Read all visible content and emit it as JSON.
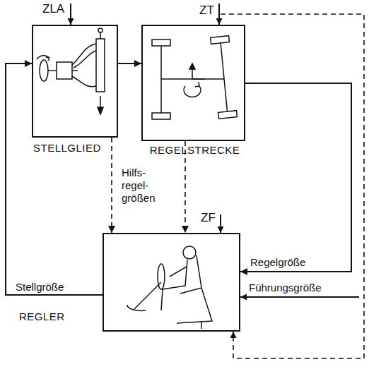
{
  "diagram": {
    "nodes": [
      {
        "text": [
          "STELLGLIED"
        ]
      },
      {
        "text": [
          "REGELSTRECKE"
        ]
      },
      {
        "text": [
          "REGLER"
        ]
      }
    ],
    "edges": [
      {
        "from": 0,
        "to": 1,
        "arrow": "to"
      },
      {
        "from": 1,
        "to": 2,
        "label": "Regelgröße",
        "arrow": "to"
      },
      {
        "from": 2,
        "to": 0,
        "label": "Stellgröße",
        "arrow": "to"
      },
      {
        "from": 0,
        "to": 2,
        "arrow": "to"
      },
      {
        "from": 1,
        "to": 2,
        "arrow": "to"
      }
    ],
    "labels": [
      "ZLA",
      "ZT",
      "ZF",
      "Hilfs- regel- größen",
      "Führungsgröße"
    ]
  }
}
